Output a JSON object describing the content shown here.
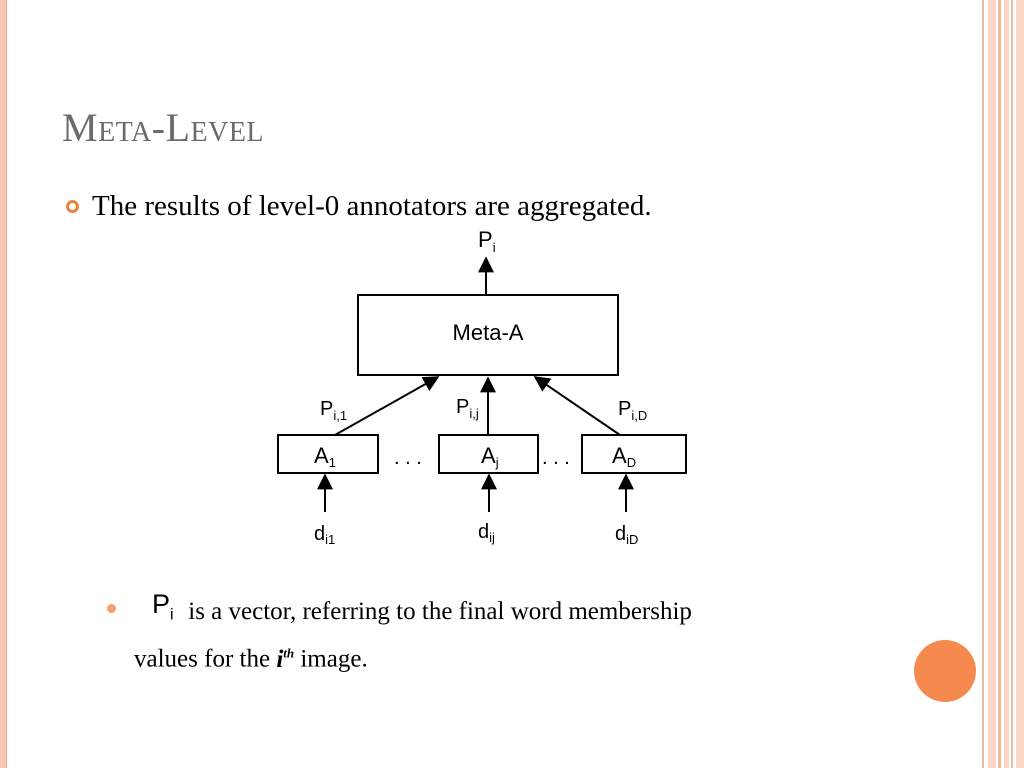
{
  "slide": {
    "title": "Meta-Level",
    "bullet1": "The results of level-0 annotators are aggregated.",
    "bullet2_symbol": "P",
    "bullet2_symbol_sub": "i",
    "bullet2_text": "is a vector, referring to the final word membership values for the",
    "bullet2_ith": "i",
    "bullet2_ith_sup": "th",
    "bullet2_end": "image."
  },
  "diagram": {
    "output_label": "P",
    "output_sub": "i",
    "meta_label": "Meta-A",
    "edge_labels": [
      {
        "base": "P",
        "sub": "i,1"
      },
      {
        "base": "P",
        "sub": "i,j"
      },
      {
        "base": "P",
        "sub": "i,D"
      }
    ],
    "annotators": [
      {
        "base": "A",
        "sub": "1"
      },
      {
        "base": "A",
        "sub": "j"
      },
      {
        "base": "A",
        "sub": "D"
      }
    ],
    "inputs": [
      {
        "base": "d",
        "sub": "i1"
      },
      {
        "base": "d",
        "sub": "ij"
      },
      {
        "base": "d",
        "sub": "iD"
      }
    ],
    "ellipsis": ". . ."
  },
  "colors": {
    "accent": "#f68a4e",
    "title_gray": "#6b6b6b",
    "border_peach": "#f6c8b4"
  }
}
